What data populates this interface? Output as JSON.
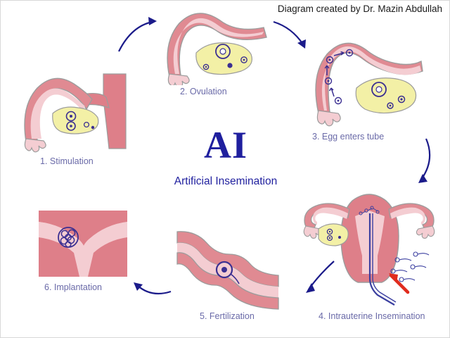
{
  "credit": "Diagram created by Dr. Mazin Abdullah",
  "center": {
    "abbr": "AI",
    "full": "Artificial Insemination"
  },
  "colors": {
    "title_navy": "#1f1f9e",
    "label_purple": "#6a6aa8",
    "arrow_navy": "#1b1b8a",
    "tube_outer_pink": "#e08a92",
    "tube_inner_pink": "#f4cdd2",
    "uterus_pink": "#de7f89",
    "ovary_yellow": "#f3f0a6",
    "follicle_navy": "#3b2f91",
    "sperm_navy": "#3b3fa0",
    "injection_red": "#e02b1d",
    "outline_grey": "#9c9c9c",
    "background": "#ffffff"
  },
  "steps": [
    {
      "number": "1",
      "label": "1. Stimulation",
      "icon": "ovary-follicles-icon",
      "description": "Ovary with developing follicles beside uterus wall"
    },
    {
      "number": "2",
      "label": "2. Ovulation",
      "icon": "mature-follicle-icon",
      "description": "Enlarged ovary releasing a mature follicle"
    },
    {
      "number": "3",
      "label": "3. Egg enters tube",
      "icon": "egg-in-tube-icon",
      "description": "Egg travelling up the fallopian tube"
    },
    {
      "number": "4",
      "label": "4. Intrauterine Insemination",
      "icon": "catheter-uterus-icon",
      "description": "Catheter through cervix delivering sperm into uterus"
    },
    {
      "number": "5",
      "label": "5. Fertilization",
      "icon": "sperm-meets-egg-icon",
      "description": "Sperm penetrating the egg inside the tube"
    },
    {
      "number": "6",
      "label": "6. Implantation",
      "icon": "blastocyst-icon",
      "description": "Blastocyst implanting into the uterine lining"
    }
  ],
  "flow_arrows": [
    {
      "name": "arrow-step1-to-step2",
      "direction": "right-up"
    },
    {
      "name": "arrow-step2-to-step3",
      "direction": "right-down"
    },
    {
      "name": "arrow-step3-to-step4",
      "direction": "down"
    },
    {
      "name": "arrow-step4-to-step5",
      "direction": "left-down"
    },
    {
      "name": "arrow-step5-to-step6",
      "direction": "left-up"
    }
  ]
}
